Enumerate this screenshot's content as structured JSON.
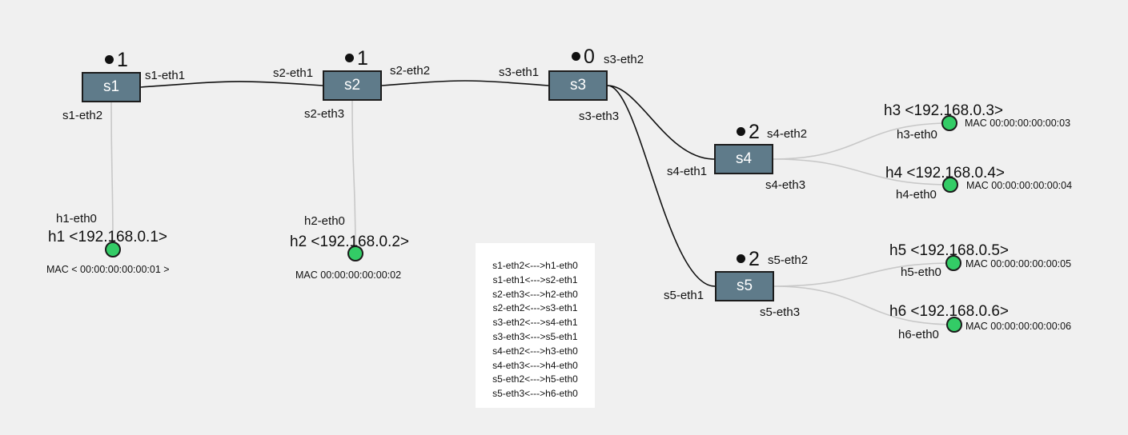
{
  "switches": [
    {
      "id": "s1",
      "label": "s1",
      "count": "1"
    },
    {
      "id": "s2",
      "label": "s2",
      "count": "1"
    },
    {
      "id": "s3",
      "label": "s3",
      "count": "0"
    },
    {
      "id": "s4",
      "label": "s4",
      "count": "2"
    },
    {
      "id": "s5",
      "label": "s5",
      "count": "2"
    }
  ],
  "hosts": [
    {
      "id": "h1",
      "ip": "h1 <192.168.0.1>",
      "mac": "MAC < 00:00:00:00:00:01 >",
      "port": "h1-eth0"
    },
    {
      "id": "h2",
      "ip": "h2 <192.168.0.2>",
      "mac": "MAC 00:00:00:00:00:02",
      "port": "h2-eth0"
    },
    {
      "id": "h3",
      "ip": "h3 <192.168.0.3>",
      "mac": "MAC 00:00:00:00:00:03",
      "port": "h3-eth0"
    },
    {
      "id": "h4",
      "ip": "h4 <192.168.0.4>",
      "mac": "MAC 00:00:00:00:00:04",
      "port": "h4-eth0"
    },
    {
      "id": "h5",
      "ip": "h5 <192.168.0.5>",
      "mac": "MAC 00:00:00:00:00:05",
      "port": "h5-eth0"
    },
    {
      "id": "h6",
      "ip": "h6 <192.168.0.6>",
      "mac": "MAC 00:00:00:00:00:06",
      "port": "h6-eth0"
    }
  ],
  "ports": {
    "s1_eth1": "s1-eth1",
    "s1_eth2": "s1-eth2",
    "s2_eth1": "s2-eth1",
    "s2_eth2": "s2-eth2",
    "s2_eth3": "s2-eth3",
    "s3_eth1": "s3-eth1",
    "s3_eth2": "s3-eth2",
    "s3_eth3": "s3-eth3",
    "s4_eth1": "s4-eth1",
    "s4_eth2": "s4-eth2",
    "s4_eth3": "s4-eth3",
    "s5_eth1": "s5-eth1",
    "s5_eth2": "s5-eth2",
    "s5_eth3": "s5-eth3"
  },
  "links": [
    {
      "from": "s1",
      "to": "s2",
      "kind": "switch"
    },
    {
      "from": "s2",
      "to": "s3",
      "kind": "switch"
    },
    {
      "from": "s3",
      "to": "s4",
      "kind": "switch"
    },
    {
      "from": "s3",
      "to": "s5",
      "kind": "switch"
    },
    {
      "from": "s1",
      "to": "h1",
      "kind": "host"
    },
    {
      "from": "s2",
      "to": "h2",
      "kind": "host"
    },
    {
      "from": "s4",
      "to": "h3",
      "kind": "host"
    },
    {
      "from": "s4",
      "to": "h4",
      "kind": "host"
    },
    {
      "from": "s5",
      "to": "h5",
      "kind": "host"
    },
    {
      "from": "s5",
      "to": "h6",
      "kind": "host"
    }
  ],
  "link_table": [
    "s1-eth2<--->h1-eth0",
    "s1-eth1<--->s2-eth1",
    "s2-eth3<--->h2-eth0",
    "s2-eth2<--->s3-eth1",
    "s3-eth2<--->s4-eth1",
    "s3-eth3<--->s5-eth1",
    "s4-eth2<--->h3-eth0",
    "s4-eth3<--->h4-eth0",
    "s5-eth2<--->h5-eth0",
    "s5-eth3<--->h6-eth0"
  ],
  "colors": {
    "switch_fill": "#5f7b8a",
    "host_fill": "#33cc66",
    "switch_link": "#111111",
    "host_link": "#c8c8c8"
  }
}
